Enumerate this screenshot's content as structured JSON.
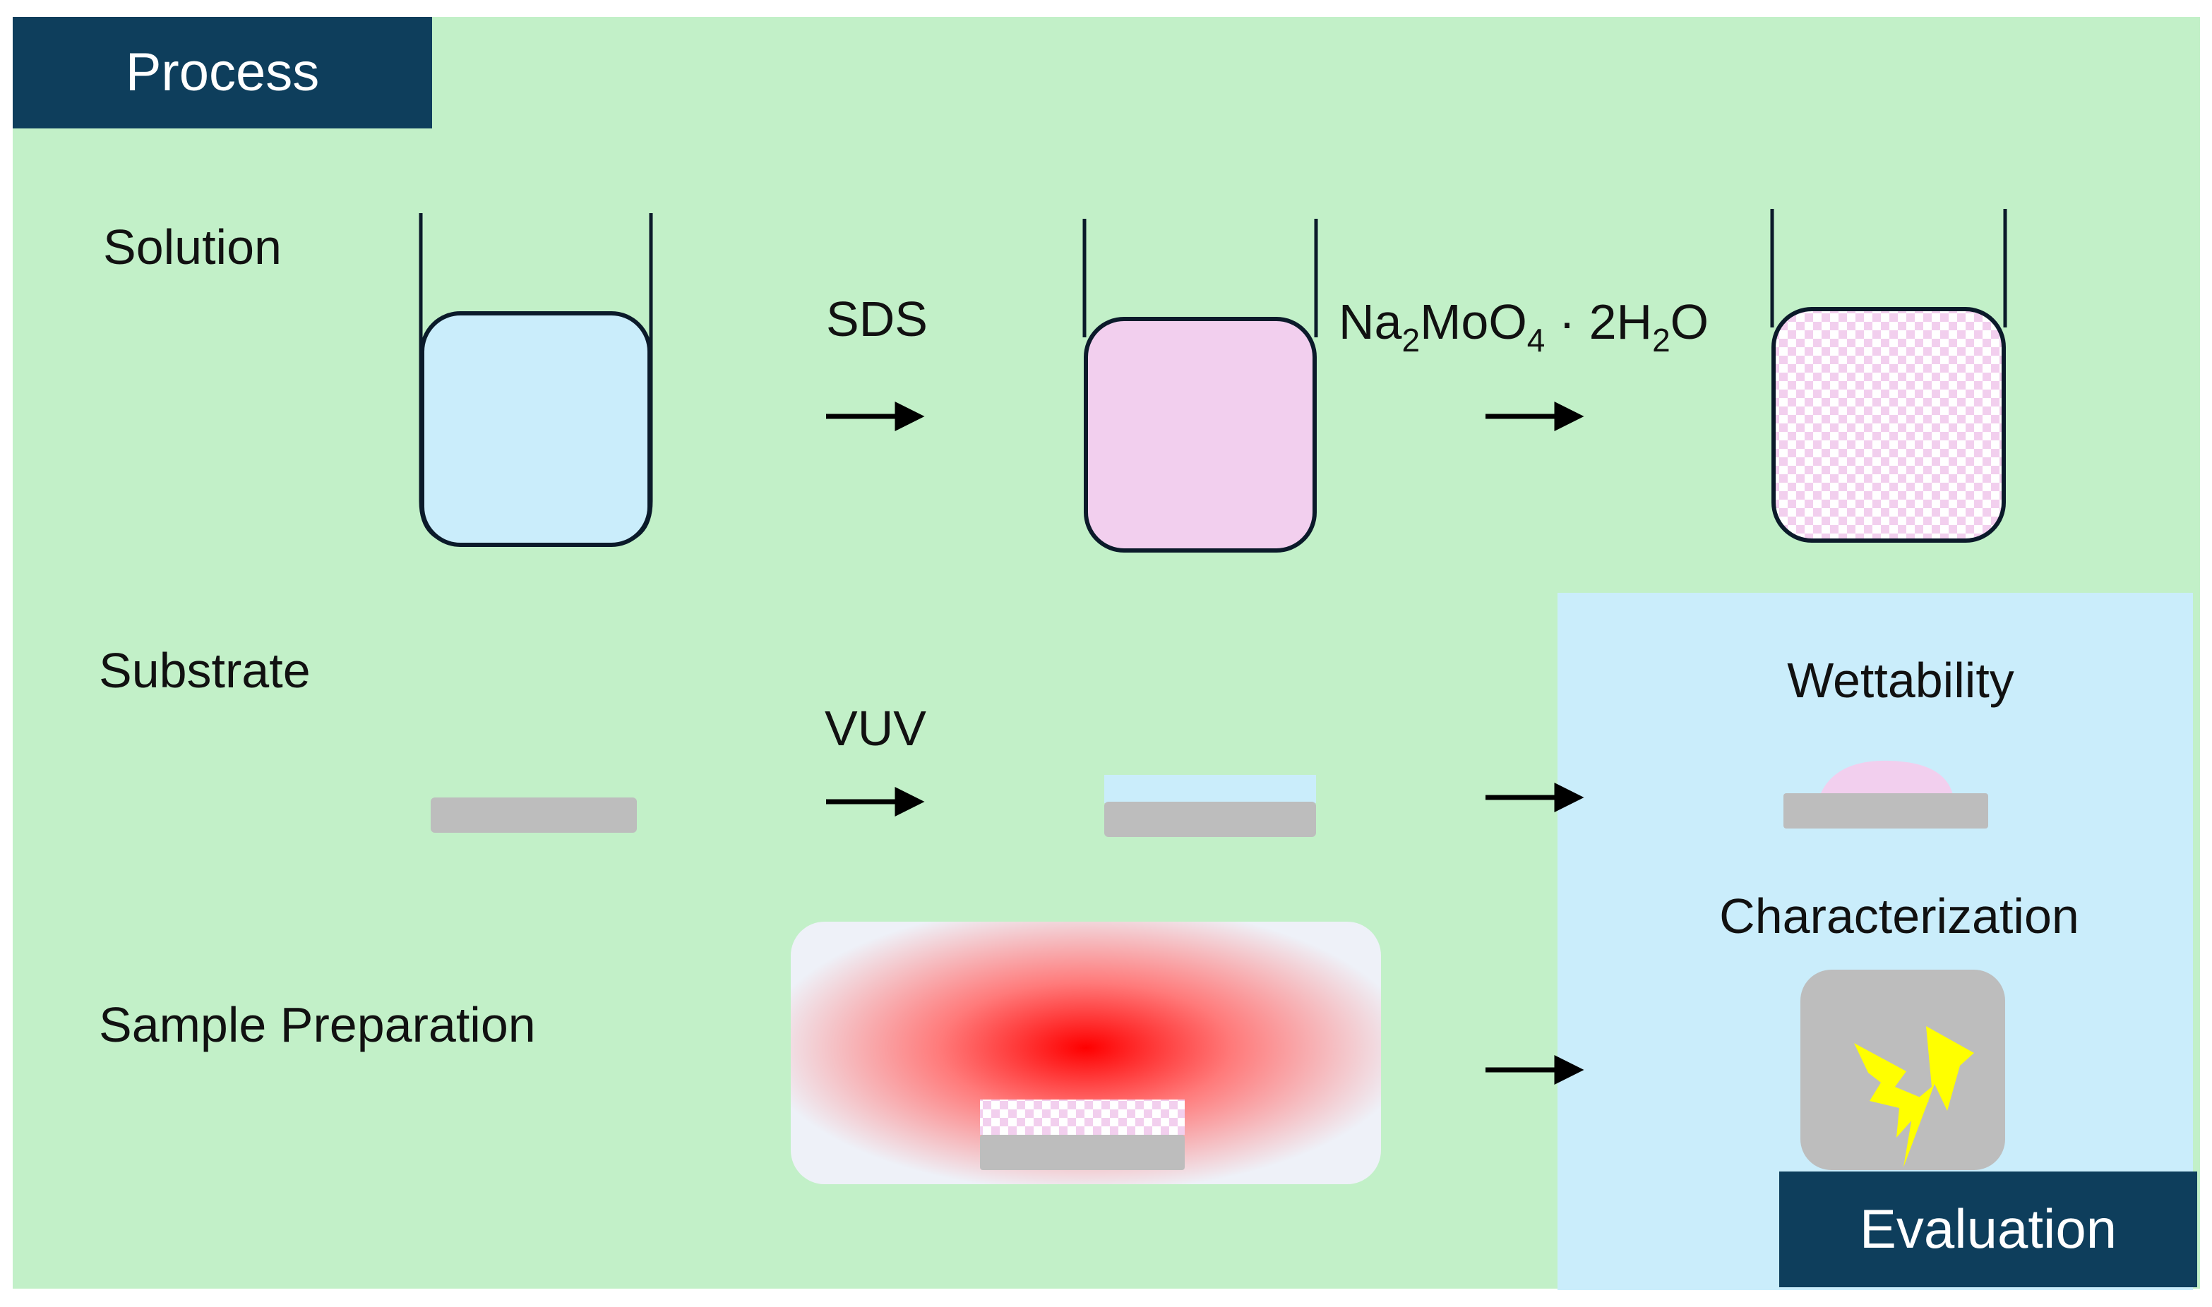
{
  "colors": {
    "process_bg": "#c2f0c8",
    "evaluation_bg": "#caedfb",
    "header_bg": "#0e3e5c",
    "water": "#caedfb",
    "sds_solution": "#f2cfee",
    "substrate": "#bdbdbd",
    "heat": "#ff0000",
    "spark": "#ffff00",
    "outline": "#0b1a2a"
  },
  "process": {
    "title": "Process"
  },
  "evaluation": {
    "title": "Evaluation"
  },
  "rows": {
    "solution": {
      "label": "Solution"
    },
    "substrate": {
      "label": "Substrate"
    },
    "sample_preparation": {
      "label": "Sample Preparation"
    }
  },
  "steps": {
    "sds": {
      "label": "SDS"
    },
    "molybdate": {
      "base": "Na",
      "sub1": "2",
      "mid": "MoO",
      "sub2": "4",
      "dot": " · 2H",
      "sub3": "2",
      "end": "O"
    },
    "vuv": {
      "label": "VUV"
    }
  },
  "evaluation_items": {
    "wettability": {
      "label": "Wettability"
    },
    "characterization": {
      "label": "Characterization"
    }
  },
  "icons": {
    "beaker_1": "beaker-water-icon",
    "beaker_2": "beaker-sds-icon",
    "beaker_3": "beaker-molybdate-icon",
    "heater": "heater-icon",
    "instrument": "instrument-icon",
    "droplet": "droplet-icon"
  }
}
